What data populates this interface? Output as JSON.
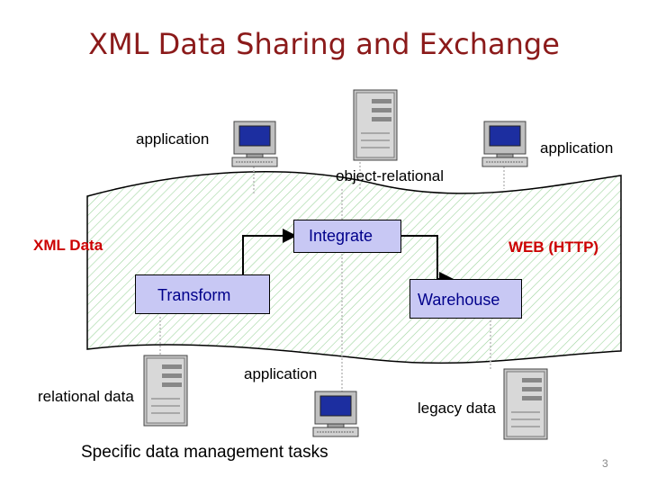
{
  "title": "XML Data Sharing and Exchange",
  "labels": {
    "application_top_left": "application",
    "application_top_right": "application",
    "object_relational": "object-relational",
    "xml_data": "XML Data",
    "web_http": "WEB (HTTP)",
    "application_bottom": "application",
    "relational_data": "relational data",
    "legacy_data": "legacy data",
    "caption": "Specific data management tasks"
  },
  "boxes": {
    "integrate": "Integrate",
    "transform": "Transform",
    "warehouse": "Warehouse"
  },
  "page_number": "3",
  "colors": {
    "title": "#8b1a1a",
    "box_fill": "#c8c8f4",
    "box_text": "#00008b",
    "red_label": "#cc0000",
    "band_hatch": "#9fd59f",
    "computer_body": "#c0c0c0",
    "screen": "#1c2ea0"
  },
  "icons": [
    "desktop-computer-icon",
    "server-tower-icon"
  ]
}
